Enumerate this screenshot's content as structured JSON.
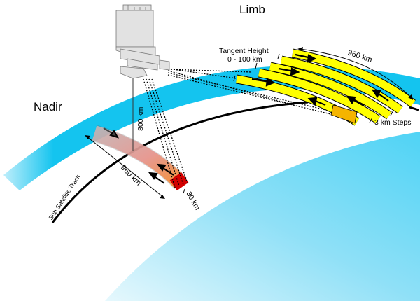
{
  "title_limb": "Limb",
  "title_nadir": "Nadir",
  "tangent_height_line1": "Tangent Height",
  "tangent_height_line2": "0 - 100 km",
  "limb_swath": "960 km",
  "limb_steps": "3 km Steps",
  "altitude": "800 km",
  "nadir_swath": "960 km",
  "nadir_width": "30 km",
  "track_label": "Sub Satellite Track",
  "colors": {
    "atmosphere": "#14c4ef",
    "earth": "#8fe0f7",
    "limb": "#ffff00",
    "nadir_end": "#d40000",
    "nadir_orange": "#f58a2a"
  }
}
